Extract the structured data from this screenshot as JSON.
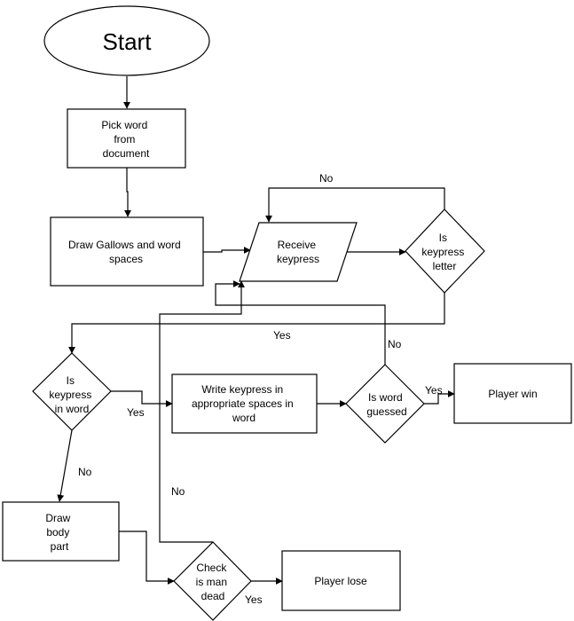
{
  "nodes": {
    "start": {
      "lines": [
        "Start"
      ]
    },
    "pick_word": {
      "lines": [
        "Pick word",
        "from",
        "document"
      ]
    },
    "draw_gallows": {
      "lines": [
        "Draw Gallows and word",
        "spaces"
      ]
    },
    "receive_keypress": {
      "lines": [
        "Receive",
        "keypress"
      ]
    },
    "is_keypress_letter": {
      "lines": [
        "Is",
        "keypress",
        "letter"
      ]
    },
    "is_keypress_in_word": {
      "lines": [
        "Is",
        "keypress",
        "in word"
      ]
    },
    "write_keypress": {
      "lines": [
        "Write keypress in",
        "appropriate spaces in",
        "word"
      ]
    },
    "is_word_guessed": {
      "lines": [
        "Is word",
        "guessed"
      ]
    },
    "player_win": {
      "lines": [
        "Player win"
      ]
    },
    "draw_body_part": {
      "lines": [
        "Draw",
        "body",
        "part"
      ]
    },
    "check_man_dead": {
      "lines": [
        "Check",
        "is man",
        "dead"
      ]
    },
    "player_lose": {
      "lines": [
        "Player lose"
      ]
    }
  },
  "edge_labels": {
    "letter_no": "No",
    "letter_yes": "Yes",
    "in_word_yes": "Yes",
    "in_word_no": "No",
    "guessed_no": "No",
    "guessed_yes": "Yes",
    "dead_no": "No",
    "dead_yes": "Yes"
  },
  "colors": {
    "stroke": "#000000",
    "fill": "#ffffff",
    "text": "#000000"
  }
}
